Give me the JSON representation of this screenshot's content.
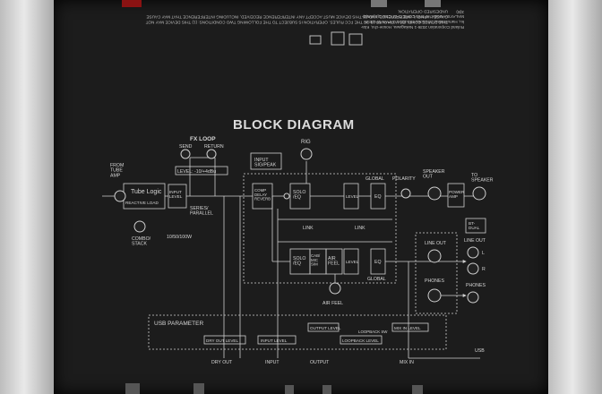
{
  "header": {
    "title": "BLOCK DIAGRAM",
    "legal_text_1": "THIS DEVICE COMPLIES WITH PART 15 OF THE FCC RULES. OPERATION IS SUBJECT TO THE FOLLOWING TWO CONDITIONS: (1) THIS DEVICE MAY NOT CAUSE HARMFUL INTERFERENCE, AND (2) THIS DEVICE MUST ACCEPT ANY INTERFERENCE RECEIVED, INCLUDING INTERFERENCE THAT MAY CAUSE UNDESIRED OPERATION.",
    "legal_text_2": "Roland Corporation 2036-1 Nakagawa, Hosoe-cho, Kita-ku, Hamamatsu, Shizuoka 431-1304, JAPAN MADE IN MALAYSIA Model: W-TAD CORE CAN ICES-3(B)/NMB-3(B)"
  },
  "labels": {
    "from_tube_amp": "FROM\nTUBE\nAMP",
    "tube_logic": "Tube Logic",
    "reactive_load": "REACTIVE LOAD",
    "combo_stack": "COMBO/\nSTACK",
    "watts": "10/50/100W",
    "input_level": "INPUT\nLEVEL",
    "fx_loop": "FX LOOP",
    "send": "SEND",
    "return": "RETURN",
    "level_range": "LEVEL: -10/+4dBu",
    "series_parallel": "SERIES/\nPARALLEL",
    "input_sig_peak": "INPUT\nSIG/PEAK",
    "rig": "RIG",
    "comp_delay_reverb": "COMP\nDELAY\nREVERB",
    "solo_eq": "SOLO\n/EQ",
    "level": "LEVEL",
    "global": "GLOBAL",
    "eq": "EQ",
    "polarity": "POLARITY",
    "speaker_out": "SPEAKER\nOUT",
    "power_amp": "POWER\nAMP",
    "to_speaker": "TO\nSPEAKER",
    "link": "LINK",
    "cab_mic_sim": "CAB/\nMIC\nSIM",
    "air_feel": "AIR\nFEEL",
    "air_feel_knob": "AIR FEEL",
    "bt_dual": "BT-\nDUAL",
    "line_out": "LINE OUT",
    "line_out_right": "LINE OUT",
    "l": "L",
    "r": "R",
    "phones": "PHONES",
    "phones_right": "PHONES",
    "usb_parameter": "USB PARAMETER",
    "dry_out_level": "DRY OUT LEVEL",
    "input_level_usb": "INPUT LEVEL",
    "output_level": "OUTPUT LEVEL",
    "loopback_level": "LOOPBACK LEVEL",
    "loopback_sw": "LOOPBACK SW",
    "mix_in_level": "MIX IN LEVEL",
    "dry_out": "DRY OUT",
    "input": "INPUT",
    "output": "OUTPUT",
    "mix_in": "MIX IN",
    "usb": "USB"
  }
}
